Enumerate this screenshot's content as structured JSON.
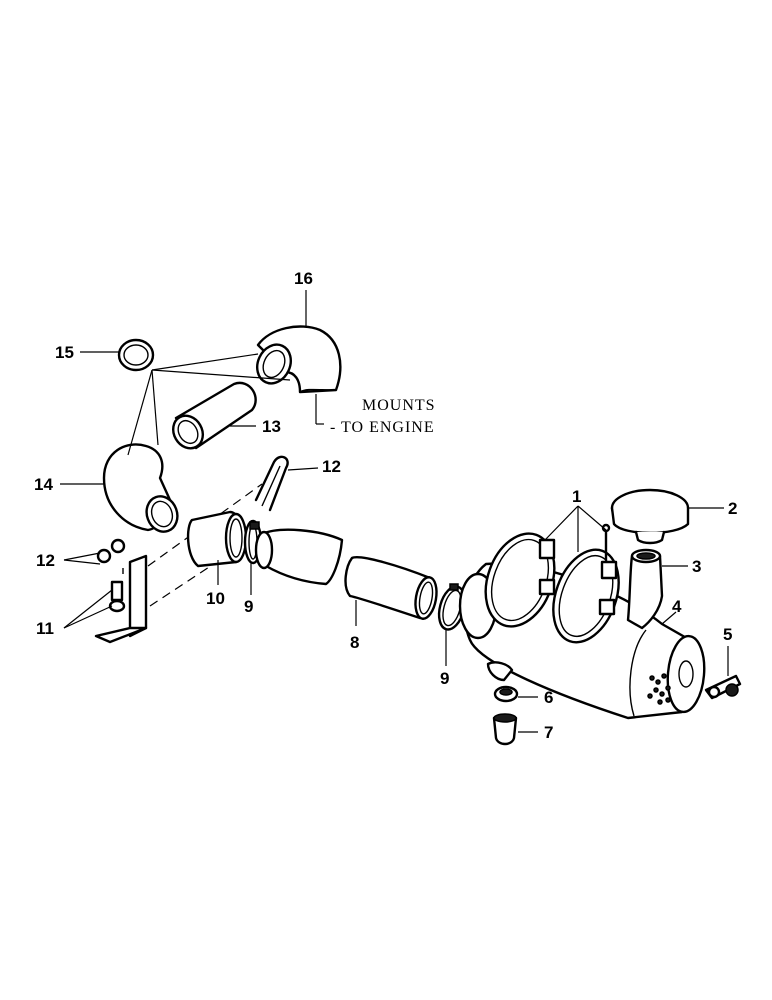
{
  "callouts": {
    "c1": "1",
    "c2": "2",
    "c3": "3",
    "c4": "4",
    "c5": "5",
    "c6": "6",
    "c7": "7",
    "c8": "8",
    "c9a": "9",
    "c9b": "9",
    "c10": "10",
    "c11": "11",
    "c12a": "12",
    "c12b": "12",
    "c13": "13",
    "c14": "14",
    "c15": "15",
    "c16": "16"
  },
  "note": {
    "line1": "MOUNTS",
    "line2": "TO ENGINE"
  }
}
